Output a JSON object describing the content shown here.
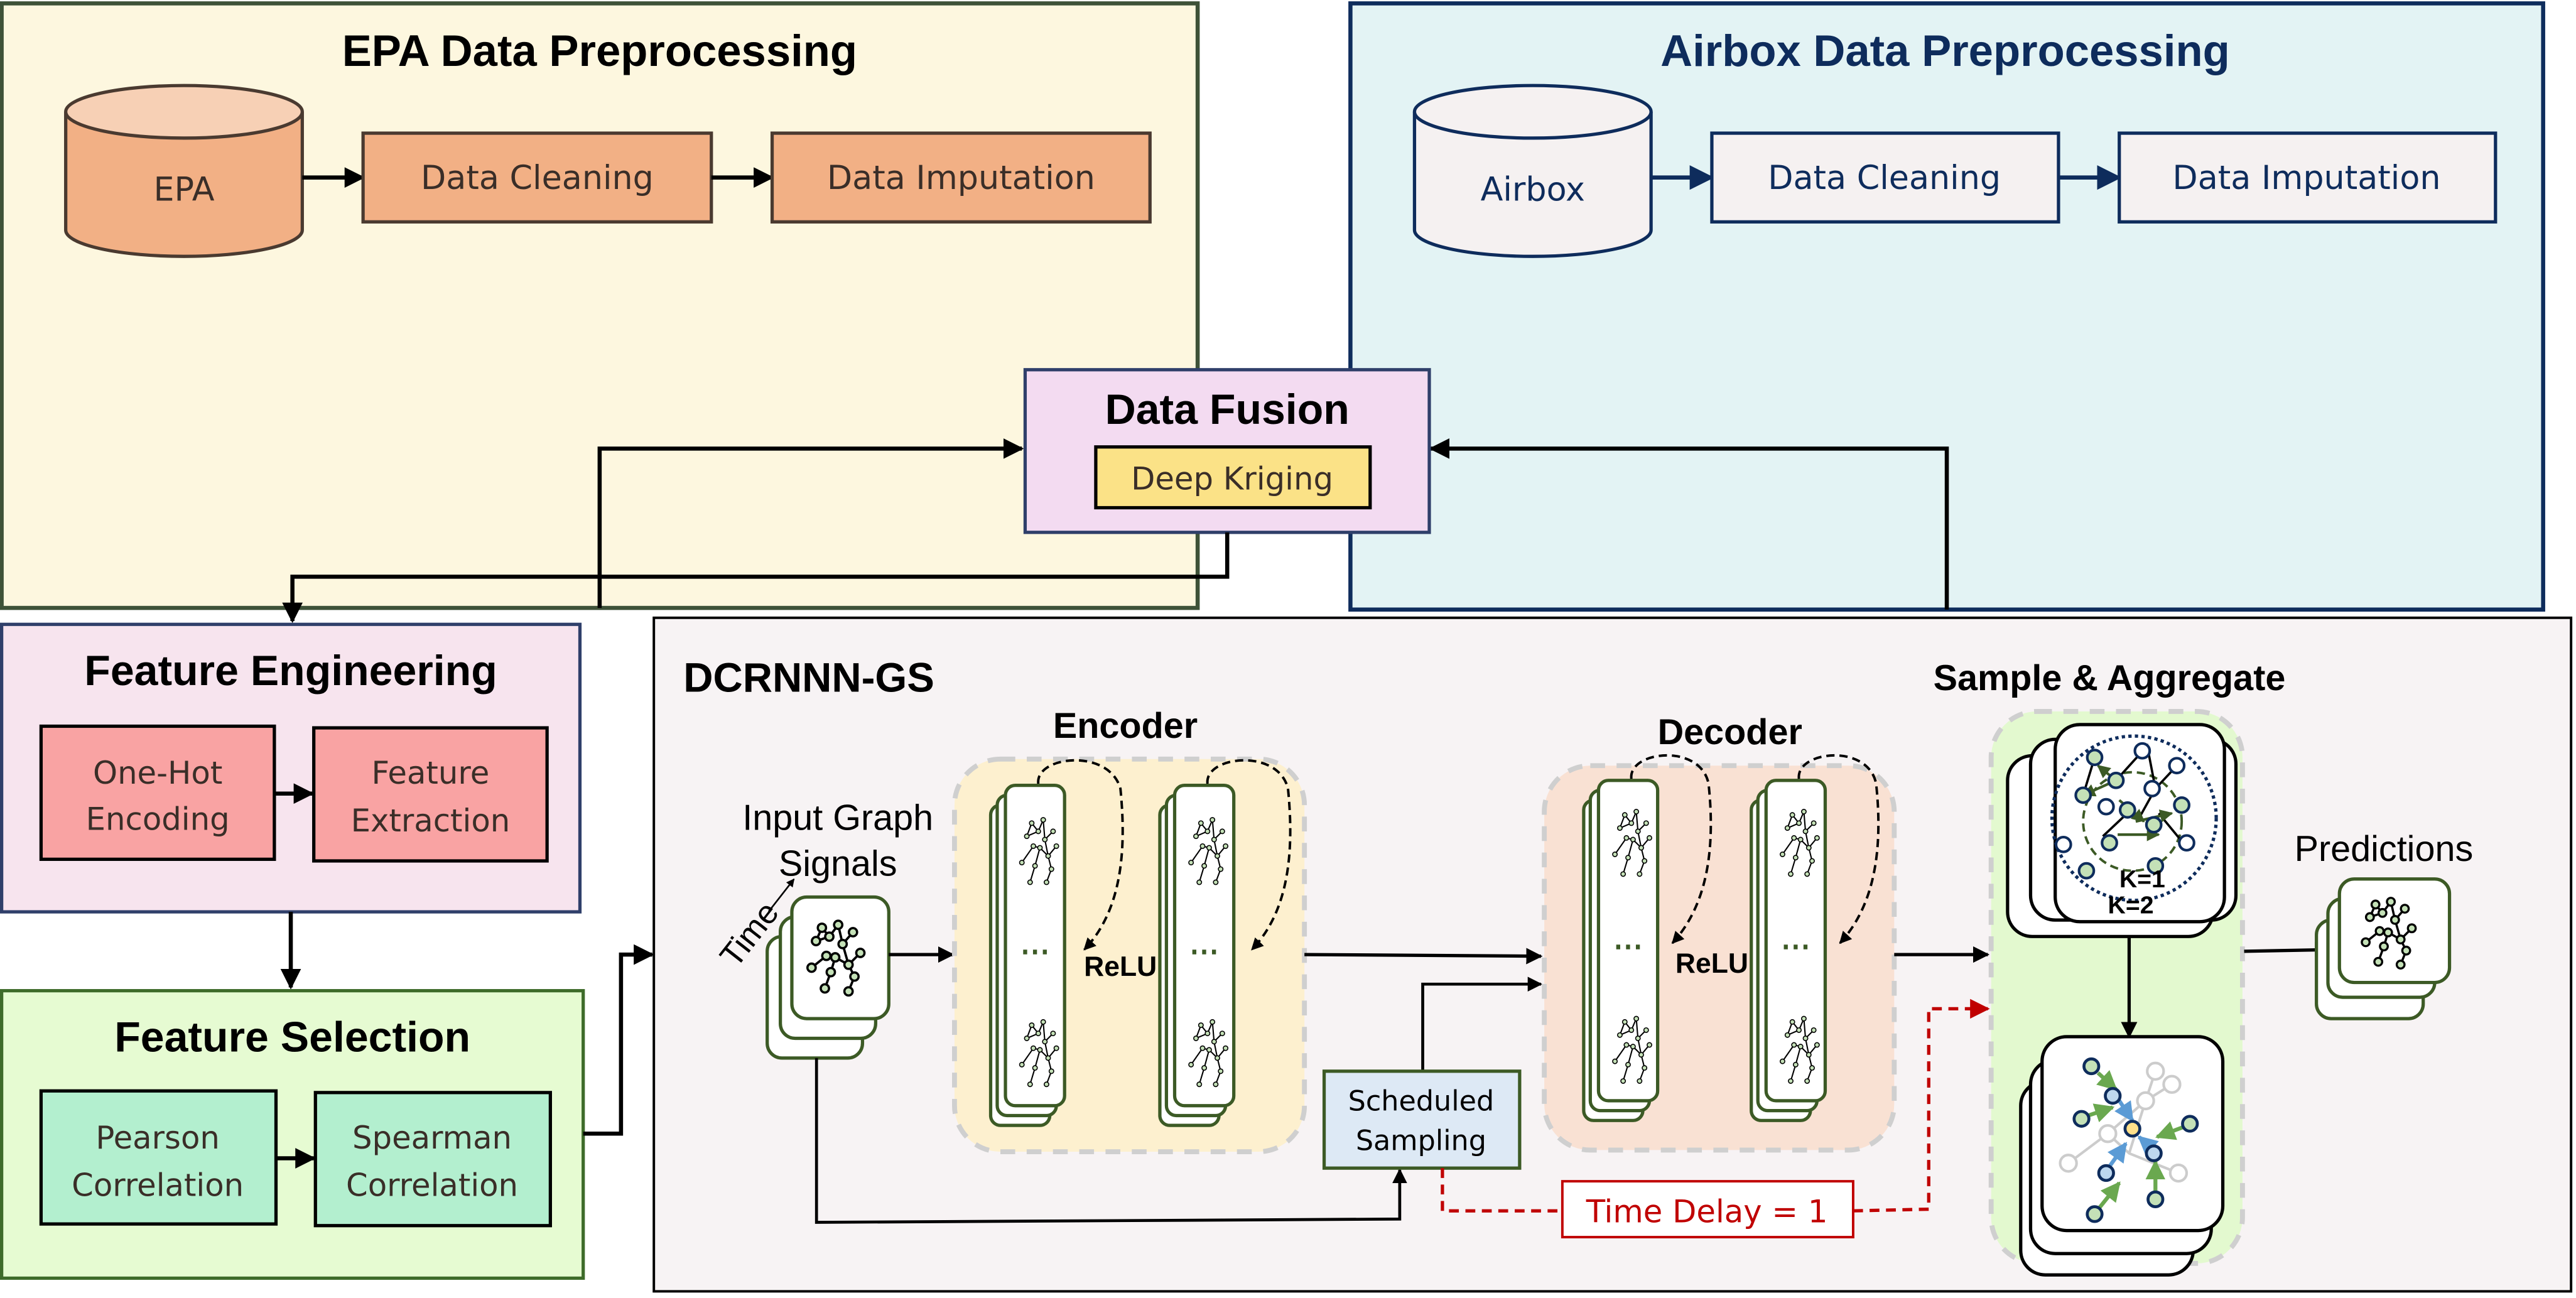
{
  "colors": {
    "epa_panel_bg": "#fdf7df",
    "epa_panel_border": "#3e5238",
    "epa_item_fill": "#f2b085",
    "epa_cyl_top": "#f7d0b5",
    "airbox_panel_bg": "#e3f3f4",
    "airbox_panel_border": "#0e2c5c",
    "airbox_item_fill": "#f5f1f1",
    "airbox_title": "#0e2c5c",
    "fusion_bg": "#f3dbf1",
    "fusion_border": "#2f3f6a",
    "kriging_fill": "#fbe287",
    "fe_bg": "#f7e4ee",
    "fe_item_fill": "#f9a3a3",
    "fs_bg": "#e6fbd2",
    "fs_border": "#3e6b2a",
    "fs_item_fill": "#b3efcf",
    "main_bg": "#f7f3f4",
    "encoder_bg": "#fdf0cf",
    "decoder_bg": "#f9e1d3",
    "sa_bg": "#e3f9cf",
    "node_green": "#c4e1b7",
    "layer_border": "#3c5a25",
    "sched_fill": "#dde9f5",
    "delay_red": "#c00000"
  },
  "epa": {
    "title": "EPA Data Preprocessing",
    "source": "EPA",
    "steps": [
      "Data Cleaning",
      "Data Imputation"
    ]
  },
  "airbox": {
    "title": "Airbox Data Preprocessing",
    "source": "Airbox",
    "steps": [
      "Data Cleaning",
      "Data Imputation"
    ]
  },
  "fusion": {
    "title": "Data Fusion",
    "method": "Deep Kriging"
  },
  "feature_engineering": {
    "title": "Feature Engineering",
    "steps": [
      {
        "line1": "One-Hot",
        "line2": "Encoding"
      },
      {
        "line1": "Feature",
        "line2": "Extraction"
      }
    ]
  },
  "feature_selection": {
    "title": "Feature Selection",
    "steps": [
      {
        "line1": "Pearson",
        "line2": "Correlation"
      },
      {
        "line1": "Spearman",
        "line2": "Correlation"
      }
    ]
  },
  "model": {
    "title": "DCRNNN-GS",
    "input_label_1": "Input Graph",
    "input_label_2": "Signals",
    "time_label": "Time",
    "encoder_title": "Encoder",
    "decoder_title": "Decoder",
    "activation": "ReLU",
    "ellipsis": "⋯",
    "scheduled_1": "Scheduled",
    "scheduled_2": "Sampling",
    "time_delay": "Time Delay = 1",
    "sample_aggregate_title": "Sample & Aggregate",
    "k1": "K=1",
    "k2": "K=2",
    "predictions": "Predictions"
  }
}
